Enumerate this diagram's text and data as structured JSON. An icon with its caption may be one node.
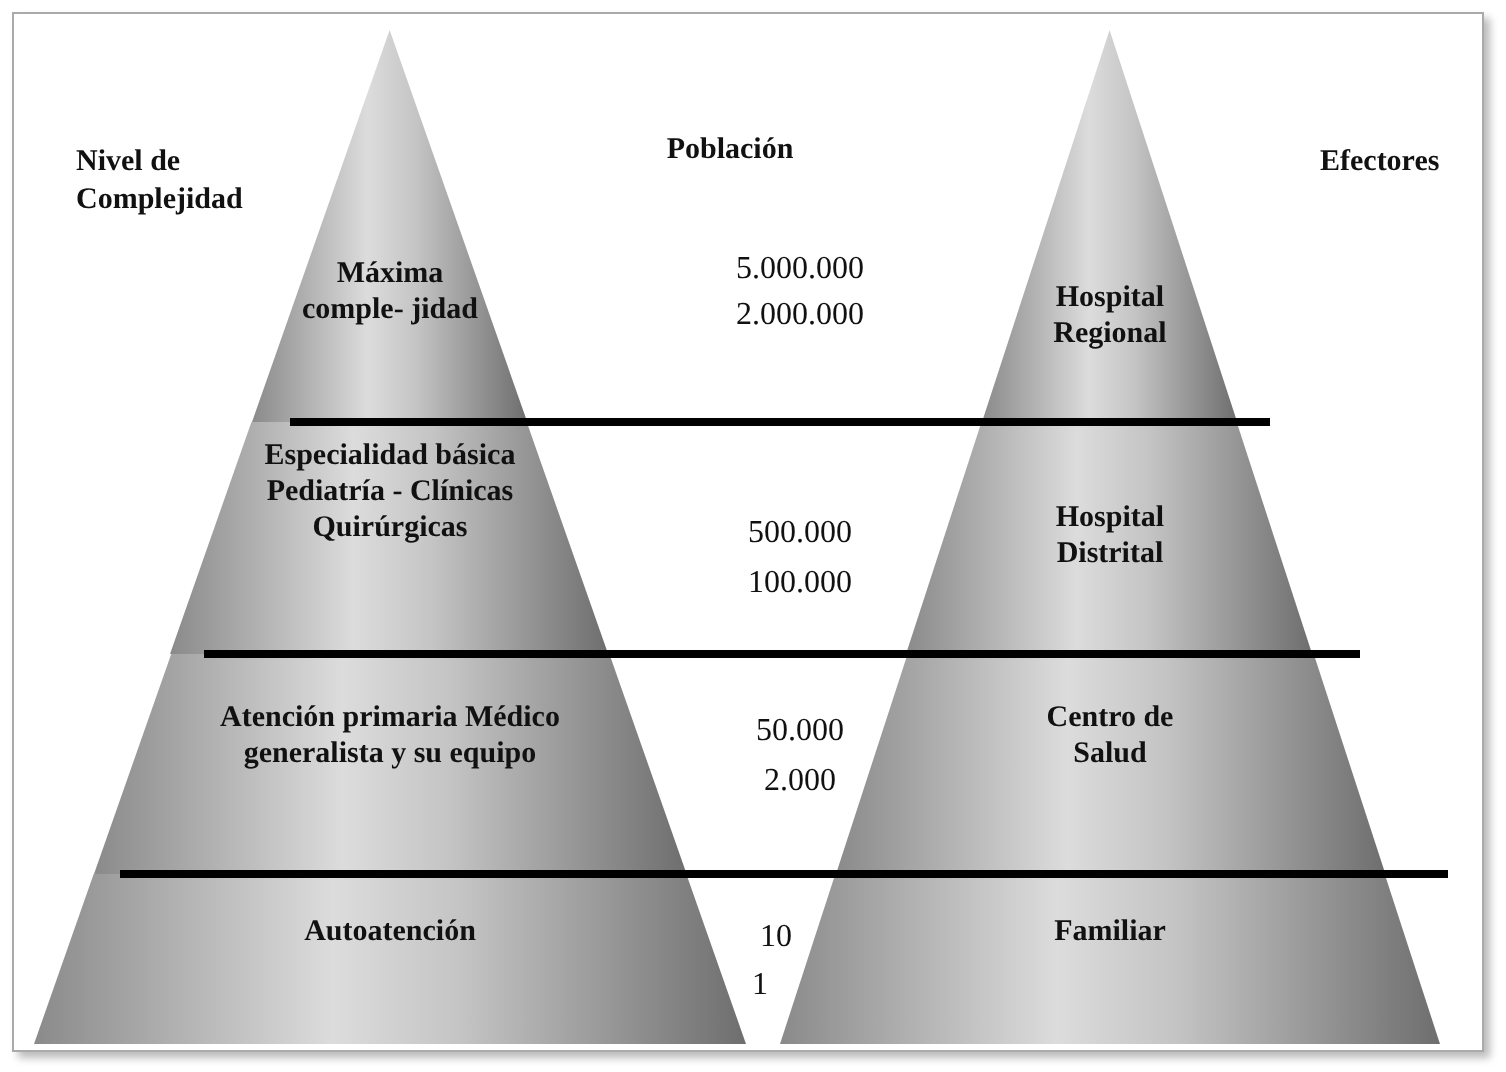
{
  "diagram": {
    "nodes": [
      {
        "text": [
          "Máxima comple- jidad"
        ]
      },
      {
        "text": [
          "Hospital Regional"
        ]
      },
      {
        "text": [
          "Especialidad básica Pediatría - Clínicas Quirúrgicas"
        ]
      },
      {
        "text": [
          "Hospital Distrital"
        ]
      },
      {
        "text": [
          "Atención primaria Médico generalista y su equipo"
        ]
      },
      {
        "text": [
          "Centro de Salud"
        ]
      },
      {
        "text": [
          "Autoatención"
        ]
      },
      {
        "text": [
          "Familiar"
        ]
      }
    ],
    "edges": [],
    "labels": [
      "Nivel de Complejidad",
      "Población",
      "Efectores",
      "5.000.000",
      "2.000.000",
      "500.000",
      "100.000",
      "50.000",
      "2.000",
      "10",
      "1"
    ]
  }
}
